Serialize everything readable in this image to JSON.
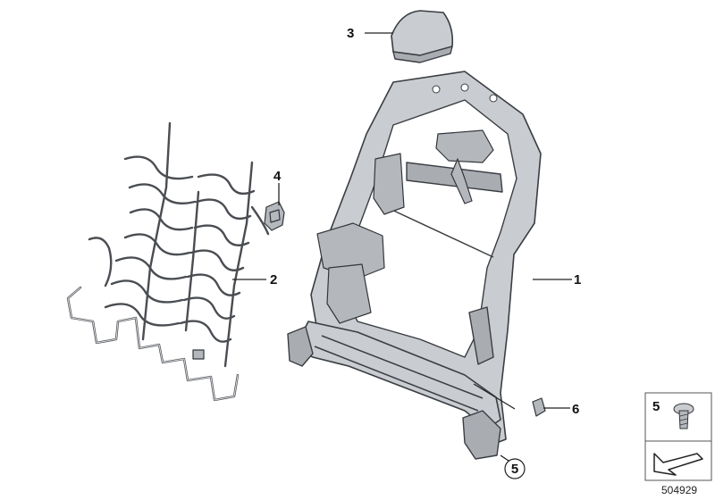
{
  "callouts": [
    {
      "id": "1",
      "label": "1"
    },
    {
      "id": "2",
      "label": "2"
    },
    {
      "id": "3",
      "label": "3"
    },
    {
      "id": "4",
      "label": "4"
    },
    {
      "id": "5",
      "label": "5"
    },
    {
      "id": "6",
      "label": "6"
    }
  ],
  "legend": {
    "item_number": "5",
    "document_number": "504929"
  }
}
